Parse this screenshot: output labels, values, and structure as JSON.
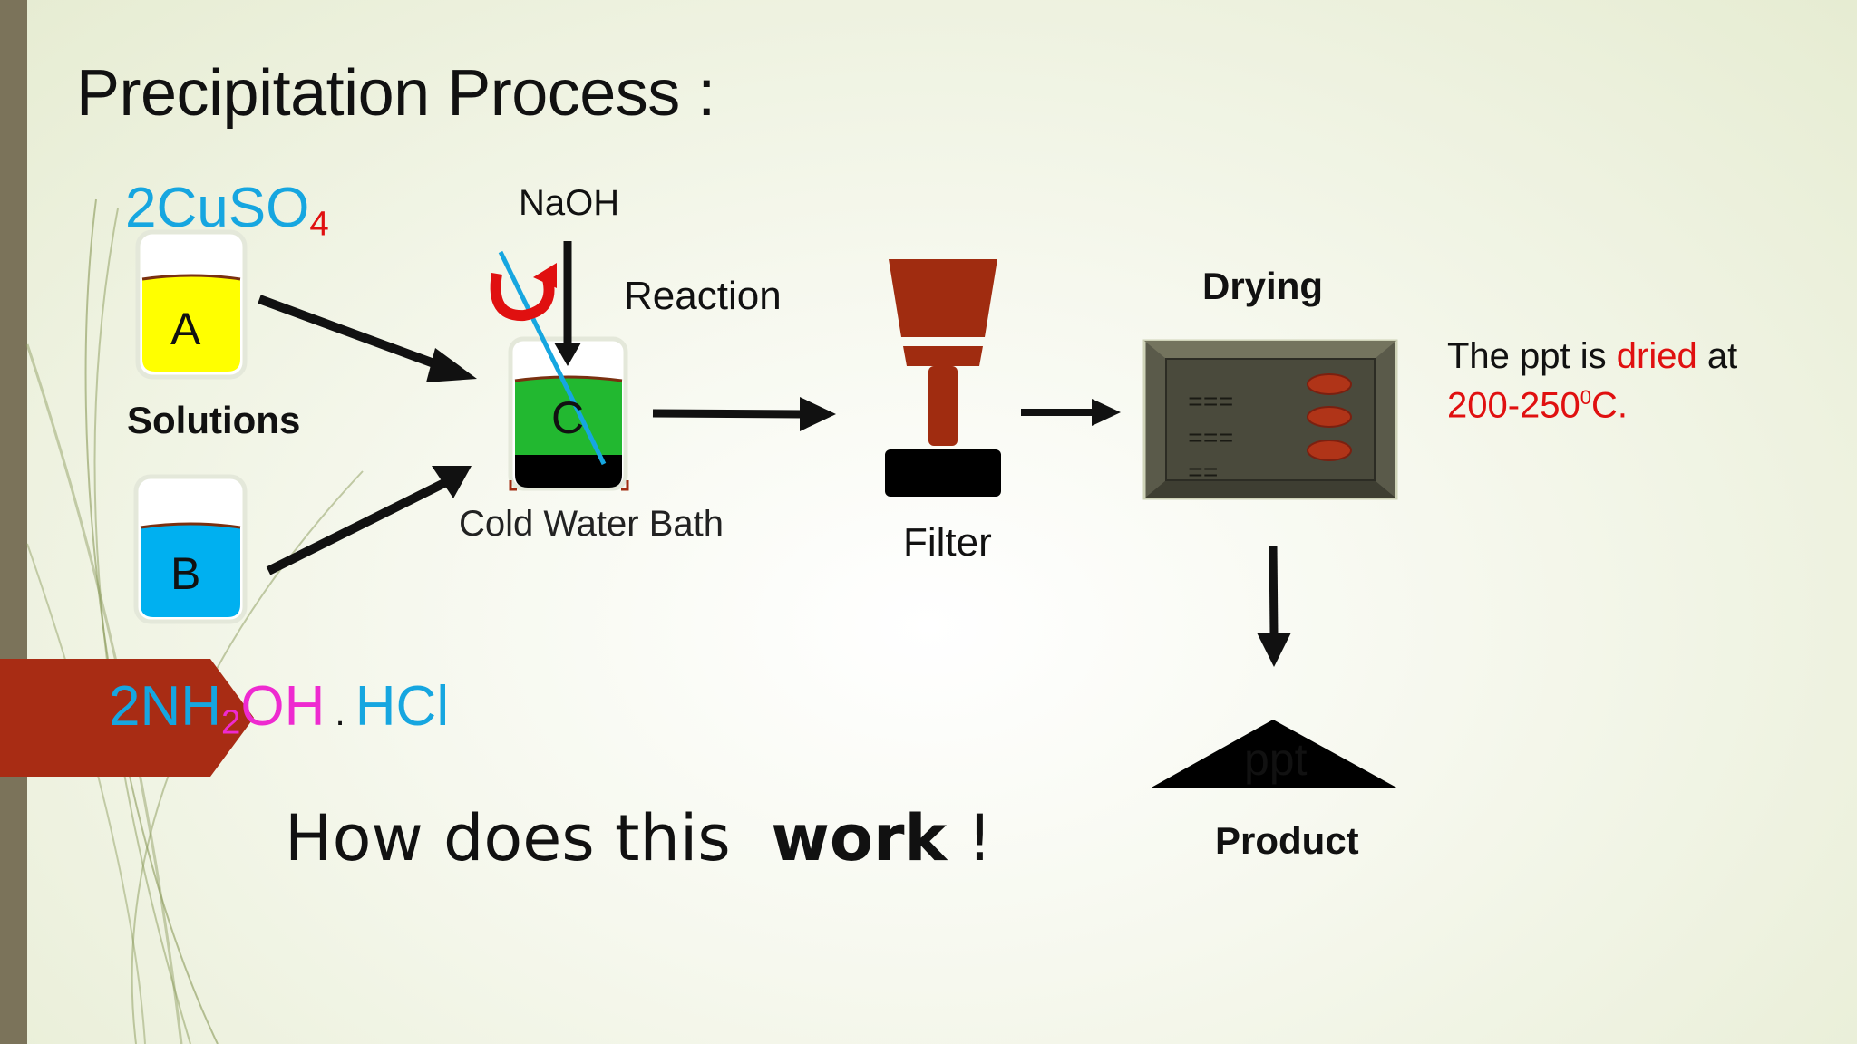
{
  "slide": {
    "title": "Precipitation Process :",
    "reactant_a": {
      "coef": "2",
      "formula_main": "CuSO",
      "formula_sub": "4"
    },
    "reactant_b": {
      "coef": "2",
      "nh": "NH",
      "sub": "2",
      "oh": "OH",
      "dot": " . ",
      "hcl": "HCl"
    },
    "naoh_label": "NaOH",
    "reaction_label": "Reaction",
    "solutions_label": "Solutions",
    "beaker_a": "A",
    "beaker_b": "B",
    "beaker_c": "C",
    "cold_bath_label": "Cold Water Bath",
    "filter_label": "Filter",
    "drying_label": "Drying",
    "drying_note": {
      "pre": "The ppt is ",
      "highlight": "dried",
      "post": " at",
      "temp": "200-250",
      "sup": "0",
      "unit": "C."
    },
    "oven_marks": [
      "===",
      "===",
      "=="
    ],
    "product_text": "ppt",
    "product_label": "Product",
    "question": {
      "pre": "How does this  ",
      "bold": "work",
      "post": " !"
    }
  },
  "colors": {
    "accent_stripe": "#7b735a",
    "banner": "#a82c14",
    "beaker_a": "#ffff00",
    "beaker_b": "#00b0f0",
    "beaker_c_top": "#22b830",
    "filter": "#a02c10",
    "oven_body": "#5a5a4a",
    "oven_inner": "#4a4a3c",
    "oven_pellet": "#b03418",
    "text_red": "#e01010",
    "text_cyan": "#16a6e0",
    "text_magenta": "#ee2ad0"
  }
}
